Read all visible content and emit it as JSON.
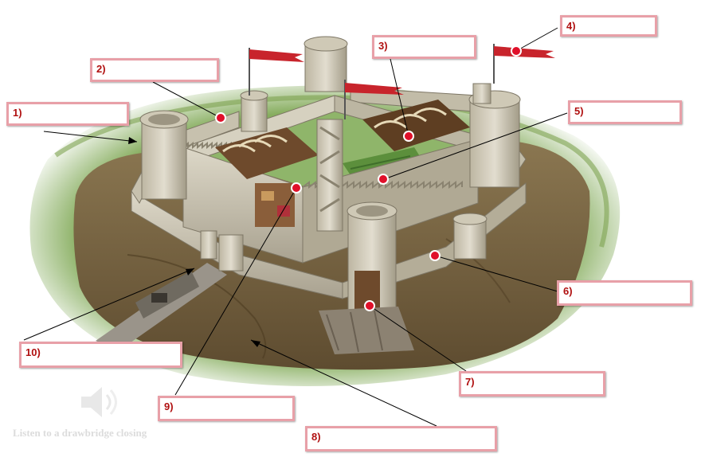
{
  "labels": [
    {
      "number": "1)",
      "answer": ""
    },
    {
      "number": "2)",
      "answer": ""
    },
    {
      "number": "3)",
      "answer": ""
    },
    {
      "number": "4)",
      "answer": ""
    },
    {
      "number": "5)",
      "answer": ""
    },
    {
      "number": "6)",
      "answer": ""
    },
    {
      "number": "7)",
      "answer": ""
    },
    {
      "number": "8)",
      "answer": ""
    },
    {
      "number": "9)",
      "answer": ""
    },
    {
      "number": "10)",
      "answer": ""
    }
  ],
  "sound": {
    "icon": "speaker-icon",
    "caption": "Listen to a drawbridge closing"
  },
  "colors": {
    "label_border": "#e8a0a8",
    "label_text": "#b01010",
    "hotspot": "#e0102a",
    "leader_line": "#000000",
    "flag": "#c8242c",
    "stone": "#cdc7b6",
    "grass": "#8fb56a",
    "moat": "#7d6a4a"
  }
}
